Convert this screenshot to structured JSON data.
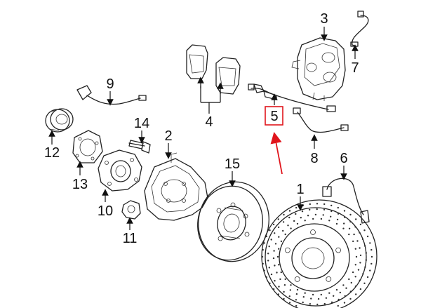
{
  "diagram": {
    "callouts": [
      {
        "id": "1",
        "text": "1"
      },
      {
        "id": "2",
        "text": "2"
      },
      {
        "id": "3",
        "text": "3"
      },
      {
        "id": "4",
        "text": "4"
      },
      {
        "id": "5",
        "text": "5"
      },
      {
        "id": "6",
        "text": "6"
      },
      {
        "id": "7",
        "text": "7"
      },
      {
        "id": "8",
        "text": "8"
      },
      {
        "id": "9",
        "text": "9"
      },
      {
        "id": "10",
        "text": "10"
      },
      {
        "id": "11",
        "text": "11"
      },
      {
        "id": "12",
        "text": "12"
      },
      {
        "id": "13",
        "text": "13"
      },
      {
        "id": "14",
        "text": "14"
      },
      {
        "id": "15",
        "text": "15"
      }
    ],
    "highlighted_callout": "5",
    "highlight_color": "#e0141b"
  }
}
